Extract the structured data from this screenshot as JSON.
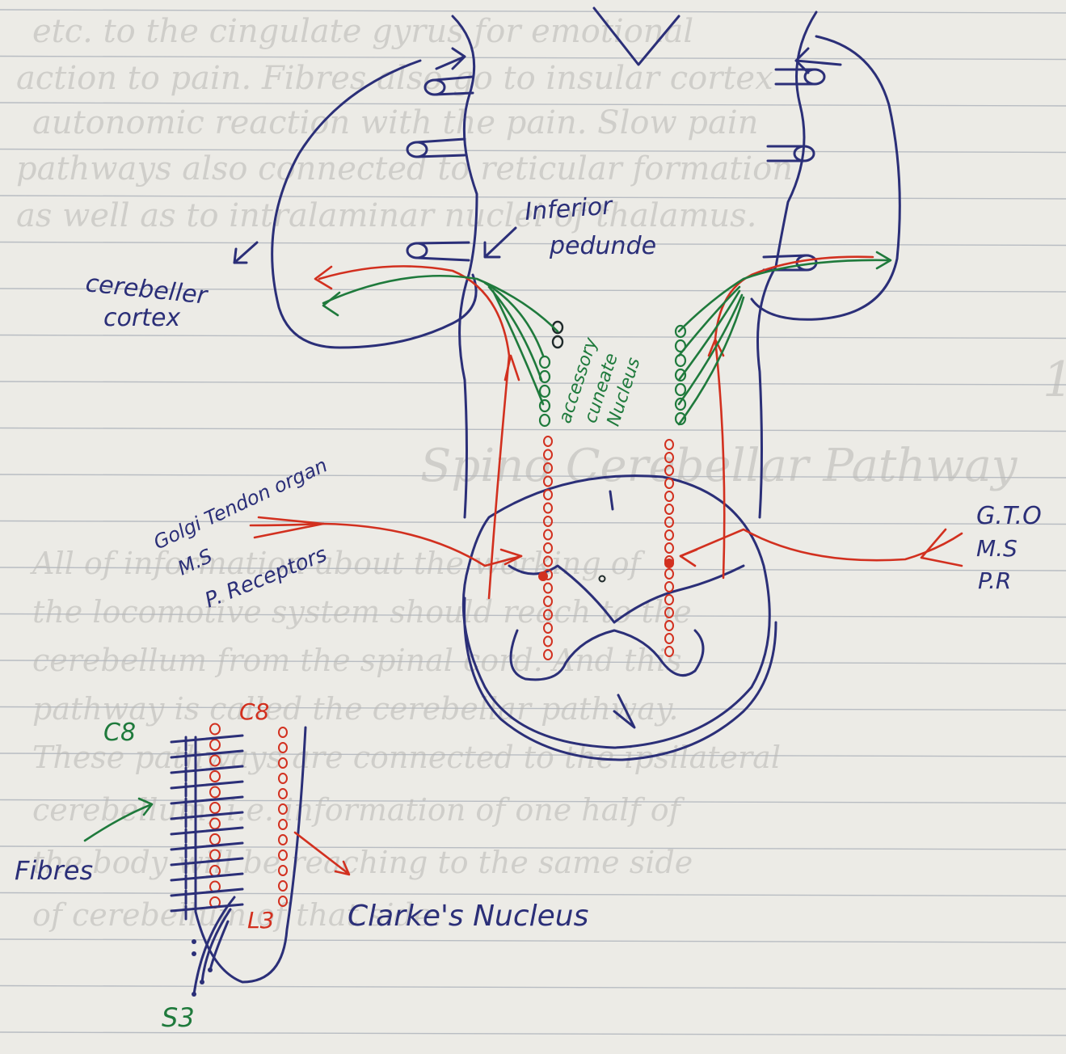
{
  "labels": {
    "cerebellar_cortex_line1": "cerebeller",
    "cerebellar_cortex_line2": "cortex",
    "inferior_peduncle_line1": "Inferior",
    "inferior_peduncle_line2": "pedunde",
    "accessory_cuneate_line1": "accessory",
    "accessory_cuneate_line2": "cuneate",
    "accessory_cuneate_line3": "Nucleus",
    "golgi_tendon_organ": "Golgi Tendon organ",
    "muscle_spindle_left": "M.S",
    "proprioceptors_left": "P. Receptors",
    "gto_right": "G.T.O",
    "muscle_spindle_right": "M.S",
    "proprioceptors_right": "P.R",
    "c8_left": "C8",
    "c8_right": "C8",
    "l3": "L3",
    "s3": "S3",
    "fibres": "Fibres",
    "clarkes_nucleus": "Clarke's Nucleus"
  },
  "colors": {
    "paper": "#ecebe6",
    "rule_line": "#8e97a6",
    "blue_ink": "#2b2f78",
    "red_ink": "#d2301f",
    "green_ink": "#1f7a3c"
  }
}
